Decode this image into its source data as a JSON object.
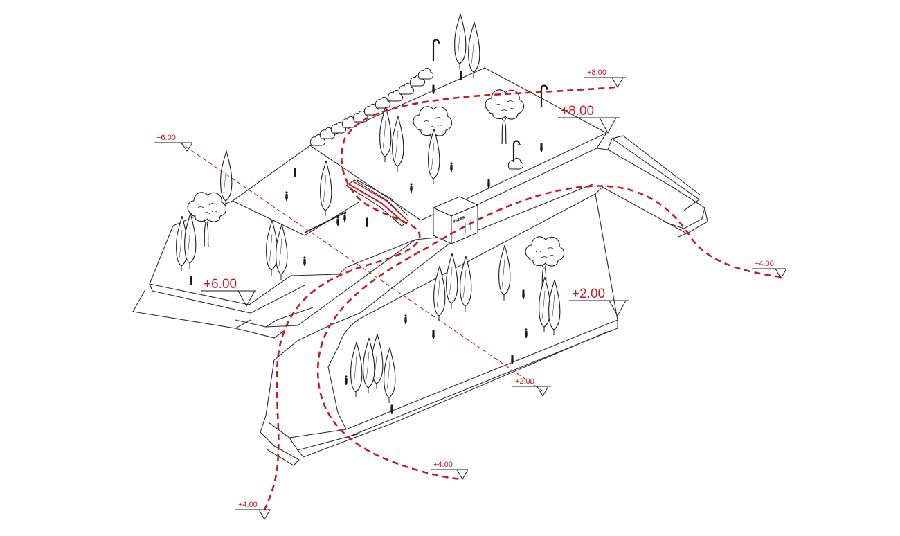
{
  "diagram": {
    "accent_color": "#c8181f",
    "line_color": "#1a1a1a",
    "building_sign": "PAZAR",
    "elevation_markers": [
      {
        "id": "m8-small",
        "label": "+8.00",
        "size": "small"
      },
      {
        "id": "m8-large",
        "label": "+8.00",
        "size": "large"
      },
      {
        "id": "m6-small",
        "label": "+6.00",
        "size": "small"
      },
      {
        "id": "m6-large",
        "label": "+6.00",
        "size": "large"
      },
      {
        "id": "m4-right",
        "label": "+4.00",
        "size": "small"
      },
      {
        "id": "m2-large",
        "label": "+2.00",
        "size": "large"
      },
      {
        "id": "m2-small",
        "label": "+2.00",
        "size": "small"
      },
      {
        "id": "m4-bottom",
        "label": "+4.00",
        "size": "small"
      },
      {
        "id": "m4-left",
        "label": "+4.00",
        "size": "small"
      }
    ]
  }
}
